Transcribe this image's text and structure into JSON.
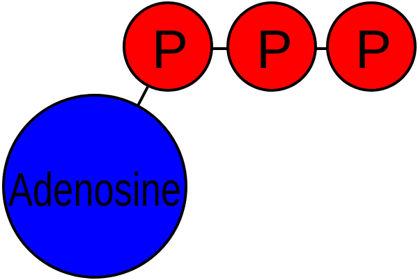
{
  "adenosine": {
    "label": "Adenosine",
    "color": "#0000ff"
  },
  "phosphates": [
    {
      "label": "P",
      "color": "#ff0000"
    },
    {
      "label": "P",
      "color": "#ff0000"
    },
    {
      "label": "P",
      "color": "#ff0000"
    }
  ]
}
